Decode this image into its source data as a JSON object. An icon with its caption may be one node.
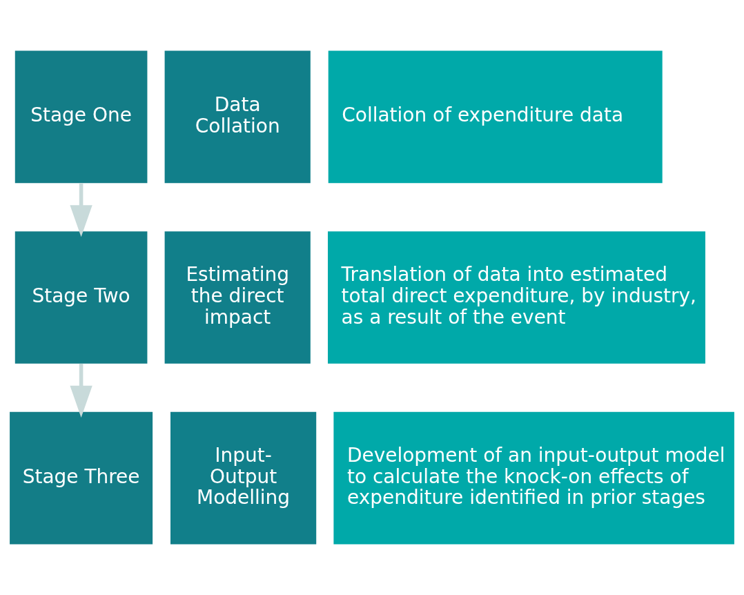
{
  "diagram": {
    "nodes": [
      {
        "text": [
          "Stage One"
        ]
      },
      {
        "text": [
          "Data Collation"
        ]
      },
      {
        "text": [
          "Collation of expenditure data"
        ]
      },
      {
        "text": [
          "Stage Two"
        ]
      },
      {
        "text": [
          "Estimating the direct impact"
        ]
      },
      {
        "text": [
          "Translation of data into estimated total direct expenditure, by industry, as a result of the event"
        ]
      },
      {
        "text": [
          "Stage Three"
        ]
      },
      {
        "text": [
          "Input- Output Modelling"
        ]
      },
      {
        "text": [
          "Development of an input-output model to calculate the knock-on effects of expenditure identified in prior stages"
        ]
      }
    ],
    "edges": [
      {
        "from": 0,
        "to": 3,
        "arrow": "to"
      },
      {
        "from": 3,
        "to": 6,
        "arrow": "to"
      }
    ]
  }
}
